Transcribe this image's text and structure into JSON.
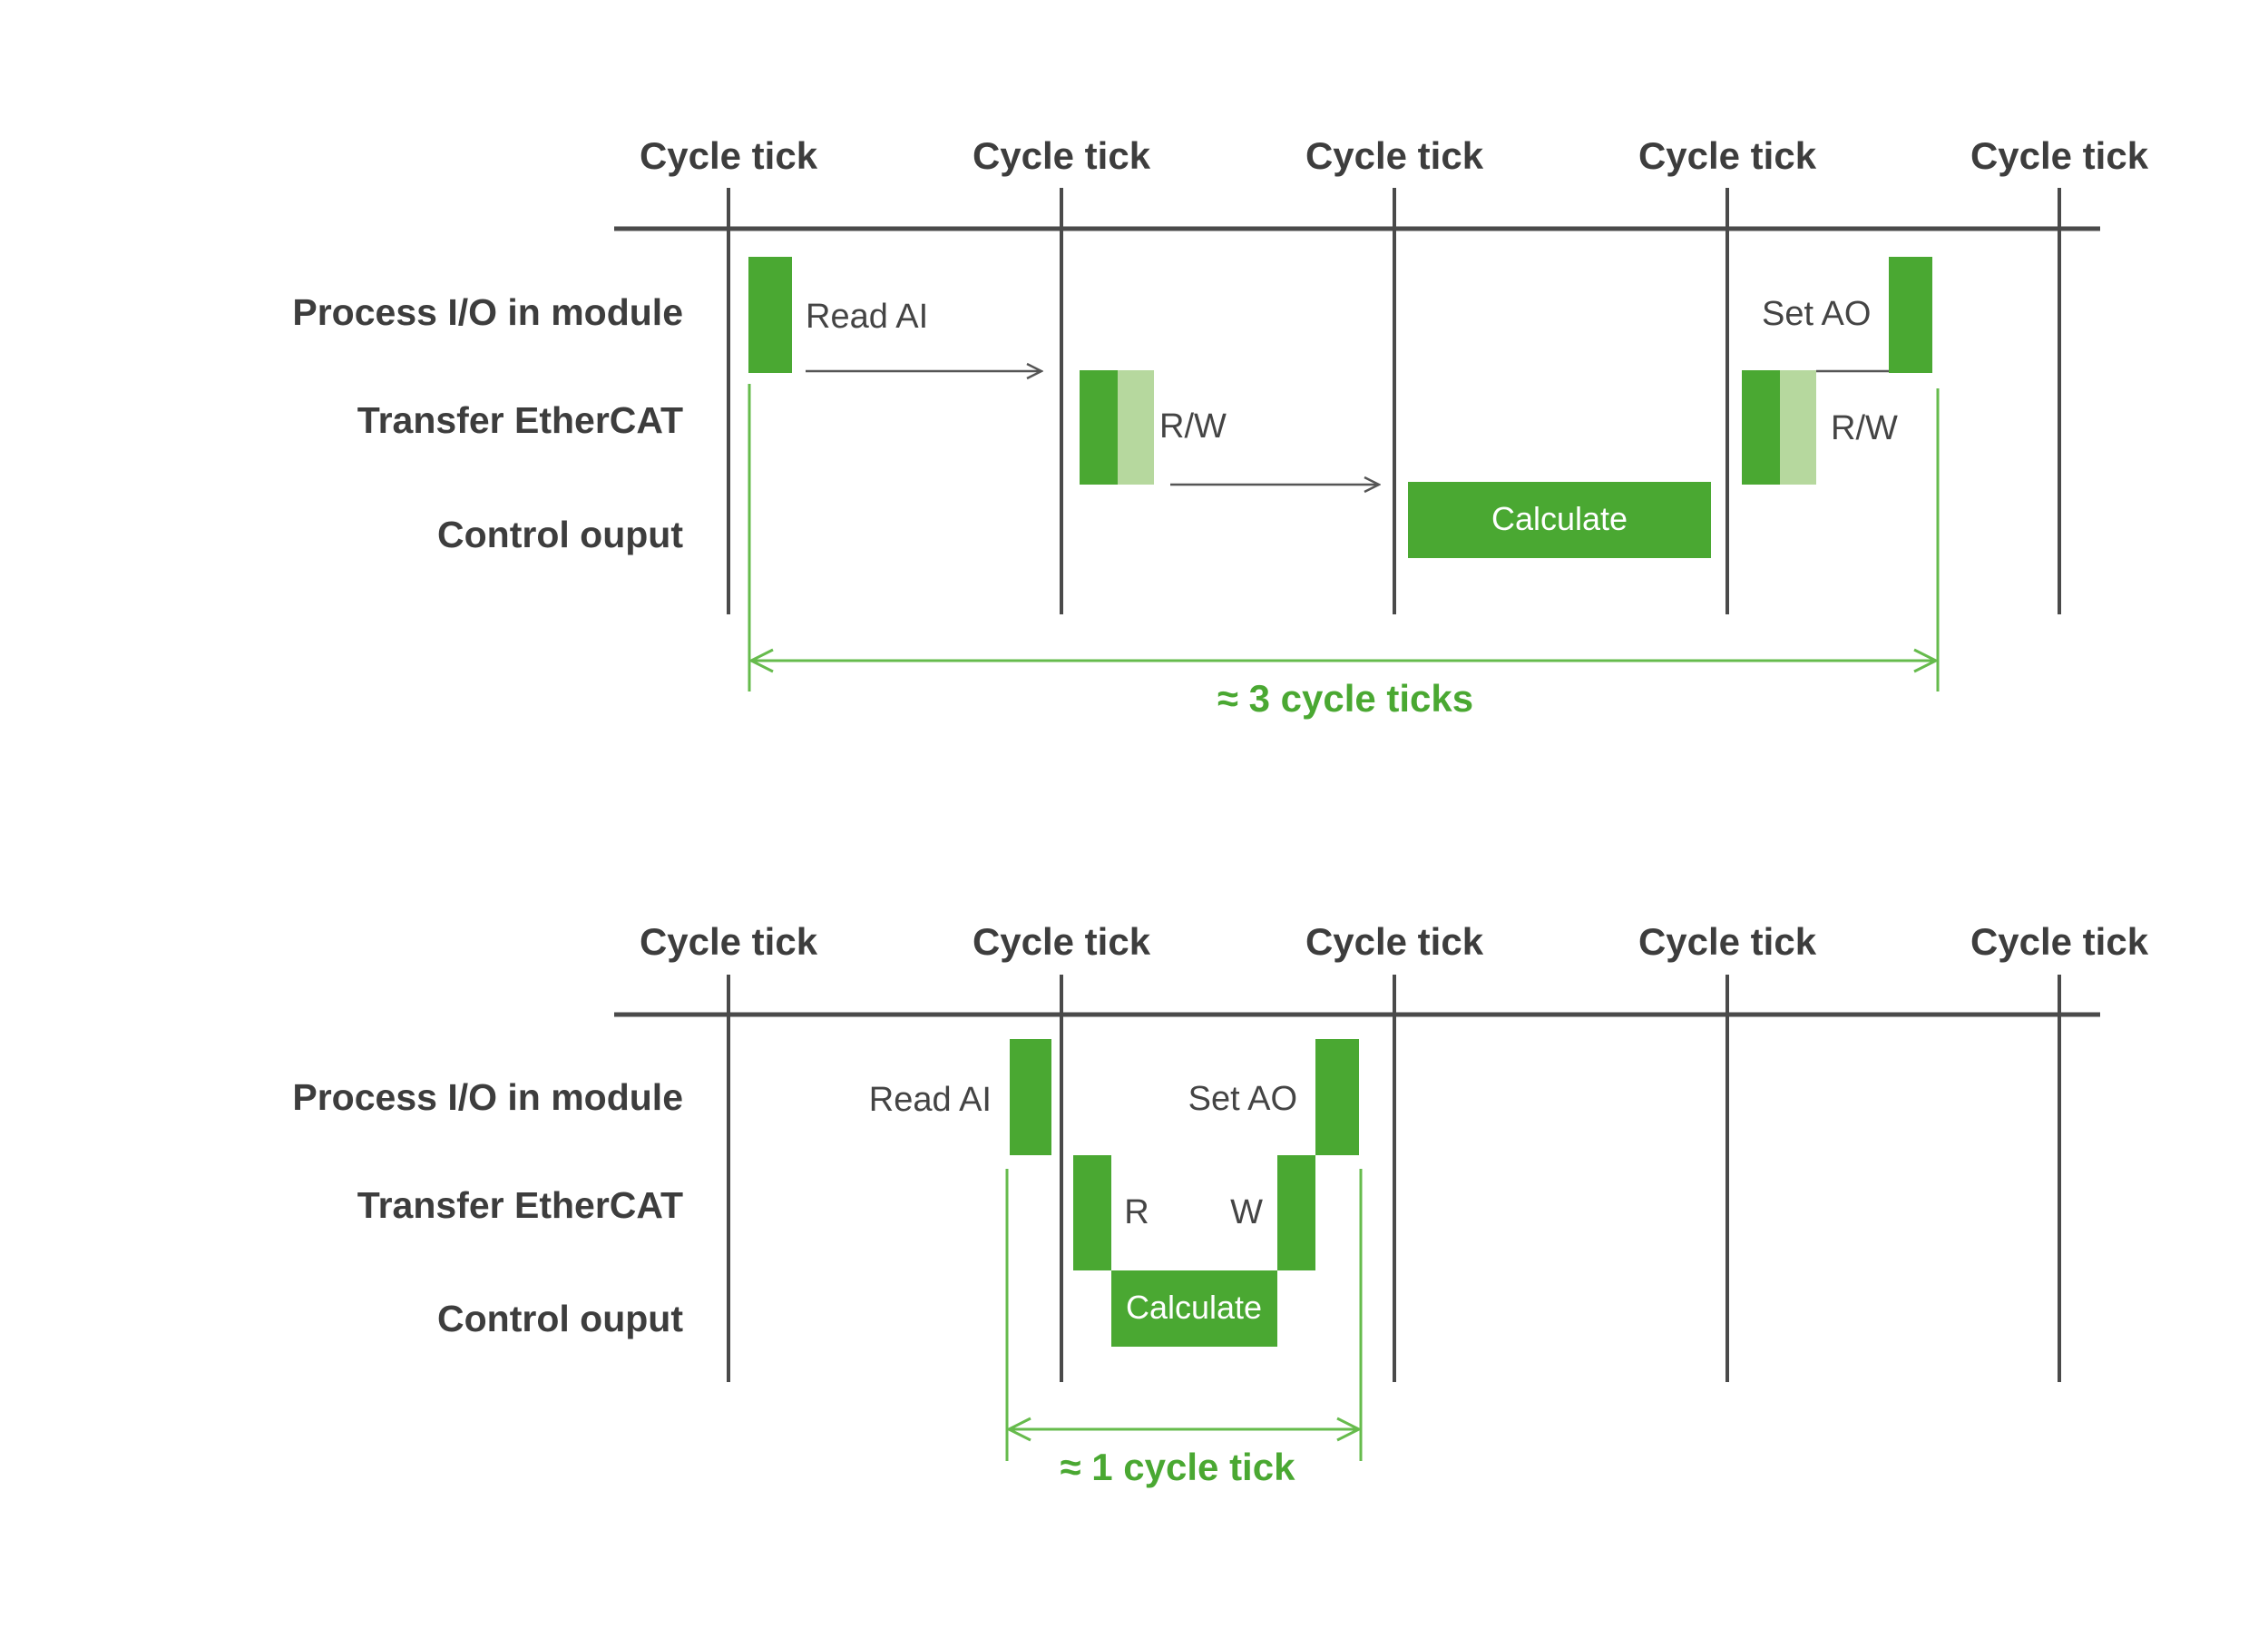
{
  "colors": {
    "accent": "#4aa832",
    "accent_light": "#b6d89e",
    "axis": "#4a4a4a",
    "text": "#3d3d3d"
  },
  "top": {
    "tick_labels": [
      "Cycle tick",
      "Cycle tick",
      "Cycle tick",
      "Cycle tick",
      "Cycle tick"
    ],
    "row_labels": [
      "Process I/O in module",
      "Transfer EtherCAT",
      "Control ouput"
    ],
    "read_ai": "Read AI",
    "rw_first": "R/W",
    "calculate": "Calculate",
    "set_ao": "Set AO",
    "rw_second": "R/W",
    "span_label": "≈ 3 cycle ticks"
  },
  "bottom": {
    "tick_labels": [
      "Cycle tick",
      "Cycle tick",
      "Cycle tick",
      "Cycle tick",
      "Cycle tick"
    ],
    "row_labels": [
      "Process I/O in module",
      "Transfer EtherCAT",
      "Control ouput"
    ],
    "read_ai": "Read AI",
    "set_ao": "Set AO",
    "r": "R",
    "w": "W",
    "calculate": "Calculate",
    "span_label": "≈ 1 cycle tick"
  }
}
